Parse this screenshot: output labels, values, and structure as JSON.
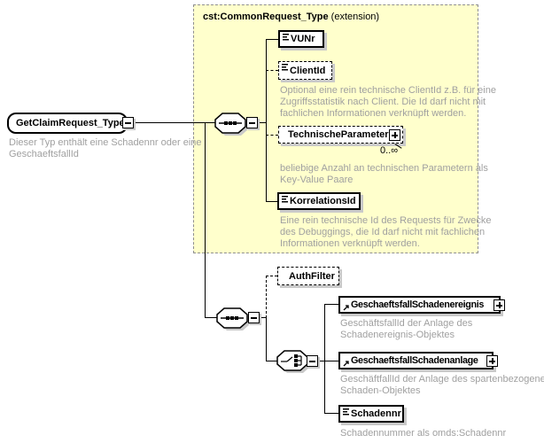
{
  "colors": {
    "extension_bg": "#FFFFCC",
    "container_border": "#8F8F8F",
    "box_border": "#000000",
    "shadow": "#C9C9C9",
    "description_text": "#A0A0A0"
  },
  "diagram": {
    "root": {
      "label": "GetClaimRequest_Type",
      "desc": [
        "Dieser Typ enthält eine Schadennr oder eine",
        "GeschaeftsfallId"
      ]
    },
    "extension": {
      "title": "cst:CommonRequest_Type",
      "suffix": "(extension)"
    },
    "elements": {
      "vunr": {
        "label": "VUNr"
      },
      "clientid": {
        "label": "ClientId",
        "desc": [
          "Optional eine rein technische ClientId z.B. für eine",
          "Zugriffsstatistik nach Client. Die Id darf nicht mit",
          "fachlichen Informationen verknüpft werden."
        ]
      },
      "technischeparameter": {
        "label": "TechnischeParameter",
        "occurrence": "0..∞",
        "desc": [
          "beliebige Anzahl an technischen Parametern als",
          "Key-Value Paare"
        ]
      },
      "korrelationsid": {
        "label": "KorrelationsId",
        "desc": [
          "Eine rein technische Id des Requests für Zwecke",
          "des Debuggings, die Id darf nicht mit fachlichen",
          "Informationen verknüpft werden."
        ]
      },
      "authfilter": {
        "label": "AuthFilter"
      },
      "ereignis": {
        "label": "GeschaeftsfallSchadenereignis",
        "desc": [
          "GeschäftsfallId der Anlage des",
          "Schadenereignis-Objektes"
        ]
      },
      "anlage": {
        "label": "GeschaeftsfallSchadenanlage",
        "desc": [
          "GeschäftfallId der Anlage des spartenbezogenen",
          "Schaden-Objektes"
        ]
      },
      "schadennr": {
        "label": "Schadennr",
        "desc": [
          "Schadennummer als omds:Schadennr"
        ]
      }
    }
  }
}
